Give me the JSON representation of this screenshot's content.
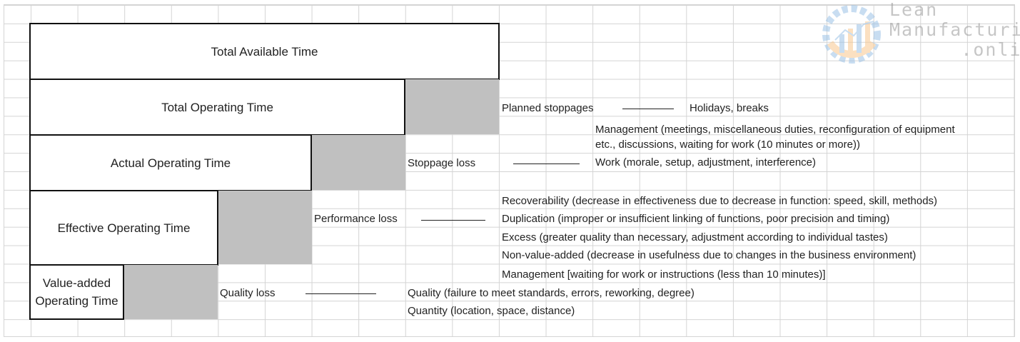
{
  "levels": {
    "total_available": "Total Available Time",
    "total_operating": "Total Operating Time",
    "actual_operating": "Actual Operating Time",
    "effective_operating": "Effective Operating Time",
    "value_added": "Value-added Operating Time"
  },
  "losses": {
    "planned": "Planned stoppages",
    "stoppage": "Stoppage loss",
    "performance": "Performance loss",
    "quality": "Quality loss"
  },
  "details": {
    "holidays": "Holidays, breaks",
    "management1a": "Management (meetings, miscellaneous duties, reconfiguration of equipment",
    "management1b": "etc., discussions, waiting for work (10 minutes or more))",
    "work": "Work (morale, setup, adjustment, interference)",
    "recoverability": "Recoverability (decrease in effectiveness due to decrease in function: speed, skill, methods)",
    "duplication": "Duplication (improper or insufficient linking of functions, poor precision and timing)",
    "excess": "Excess (greater quality than necessary, adjustment according to individual tastes)",
    "nonvalue": "Non-value-added (decrease in usefulness due to changes in the business environment)",
    "management2": "Management [waiting for work or instructions (less than 10 minutes)]",
    "quality_detail": "Quality (failure to meet standards, errors, reworking, degree)",
    "quantity": "Quantity (location, space, distance)"
  },
  "logo": {
    "line1": "Lean",
    "line2": "Manufacturing",
    "line3": ".online"
  },
  "colors": {
    "loss_fill": "#c0c0c0",
    "logo_blue": "#9cc3e6",
    "logo_orange": "#f8c890"
  }
}
